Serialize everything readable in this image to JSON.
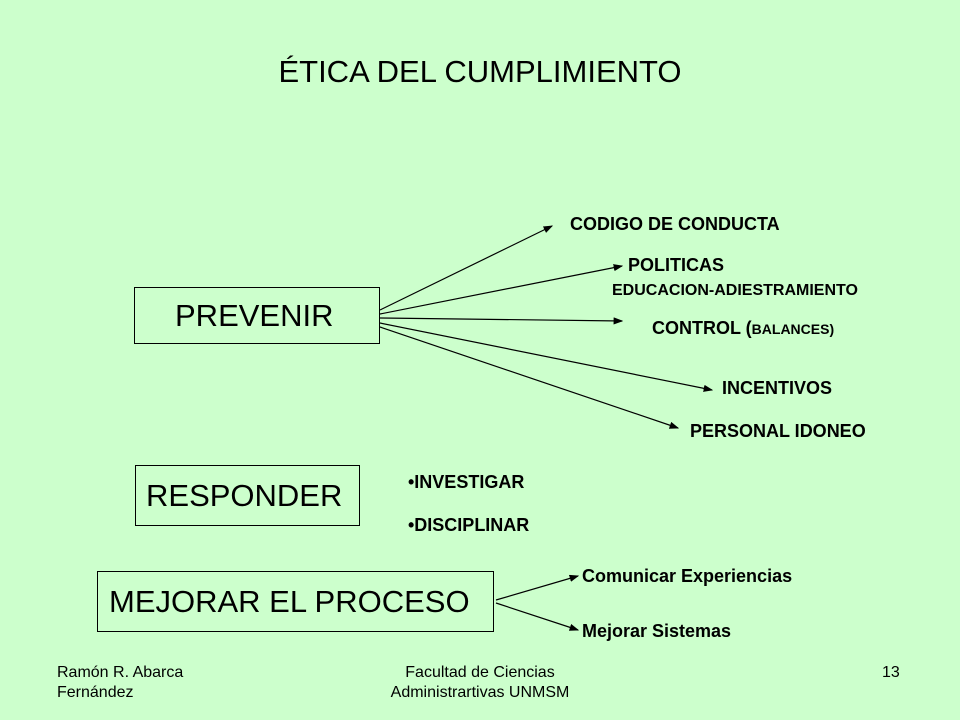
{
  "title": "ÉTICA DEL CUMPLIMIENTO",
  "prevenir": {
    "box": "PREVENIR",
    "items": [
      "CODIGO DE CONDUCTA",
      "POLITICAS",
      "EDUCACION-ADIESTRAMIENTO",
      "INCENTIVOS",
      "PERSONAL IDONEO"
    ],
    "control_main": "CONTROL (",
    "control_small": "BALANCES)"
  },
  "responder": {
    "box": "RESPONDER",
    "items": [
      "•INVESTIGAR",
      "•DISCIPLINAR"
    ]
  },
  "mejorar": {
    "box": "MEJORAR EL PROCESO",
    "items": [
      "Comunicar Experiencias",
      "Mejorar Sistemas"
    ]
  },
  "footer": {
    "author_line1": "Ramón R. Abarca",
    "author_line2": "Fernández",
    "institution_line1": "Facultad de Ciencias",
    "institution_line2": "Administrartivas UNMSM",
    "page": "13"
  }
}
